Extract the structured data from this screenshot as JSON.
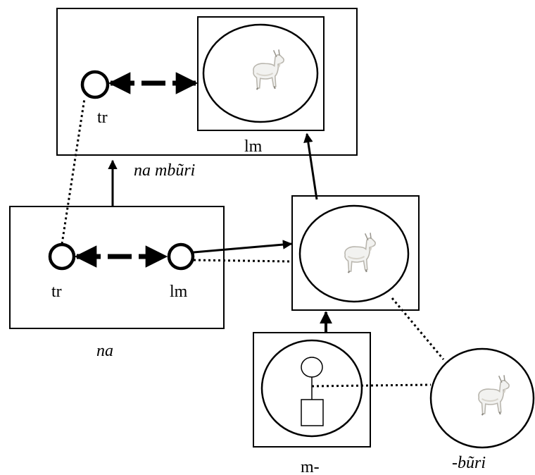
{
  "labels": {
    "top_tr": "tr",
    "top_lm": "lm",
    "top_caption": "na mbũri",
    "left_tr": "tr",
    "left_lm": "lm",
    "left_caption": "na",
    "m_caption": "m-",
    "buri_caption": "-bũri"
  },
  "colors": {
    "ink": "#000000",
    "goat_body": "#f2f2f0",
    "goat_shade": "#b9b6ae"
  }
}
